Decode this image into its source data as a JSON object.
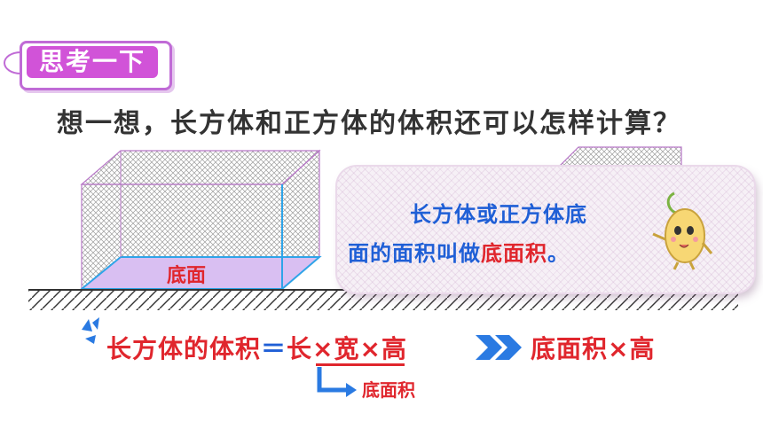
{
  "header": {
    "tag_label": "思考一下"
  },
  "question": "想一想，长方体和正方体的体积还可以怎样计算？",
  "figure": {
    "base_label": "底面"
  },
  "speech": {
    "line1": "长方体或正方体底",
    "line2_prefix": "面的面积叫做",
    "line2_highlight": "底面积",
    "line2_suffix": "。"
  },
  "formula": {
    "lhs": "长方体的体积",
    "equals": "＝",
    "rhs": "长×宽×高",
    "result": "底面积×高",
    "under_label": "底面积"
  },
  "colors": {
    "accent_purple": "#d153d8",
    "text_blue": "#1f5fd6",
    "text_red": "#e0262d",
    "arrow_blue": "#2a7ae2"
  },
  "icons": [
    "exclamation-burst-icon",
    "double-chevron-right-icon",
    "corner-arrow-icon",
    "potato-mascot-icon"
  ]
}
